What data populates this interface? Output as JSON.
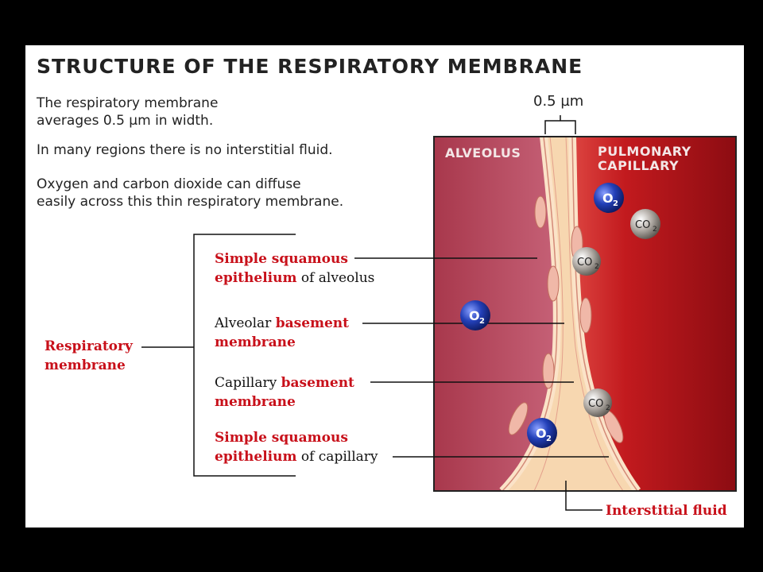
{
  "title": "Structure of the Respiratory Membrane",
  "intro": {
    "line1a": "The respiratory membrane",
    "line1b": "averages 0.5 µm in width.",
    "line2": "In many regions there is no interstitial fluid.",
    "line3a": "Oxygen and carbon dioxide can diffuse",
    "line3b": "easily across this thin respiratory membrane."
  },
  "scale_label": "0.5 µm",
  "regions": {
    "alveolus": "ALVEOLUS",
    "capillary_1": "PULMONARY",
    "capillary_2": "CAPILLARY"
  },
  "labels": {
    "simple_squamous_1a": "Simple squamous",
    "simple_squamous_1b": "epithelium",
    "simple_squamous_1c": " of alveolus",
    "alveolar_bm_a": "Alveolar ",
    "alveolar_bm_b": "basement",
    "alveolar_bm_c": "membrane",
    "capillary_bm_a": "Capillary ",
    "capillary_bm_b": "basement",
    "capillary_bm_c": "membrane",
    "simple_squamous_2a": "Simple squamous",
    "simple_squamous_2b": "epithelium",
    "simple_squamous_2c": " of capillary",
    "respiratory_a": "Respiratory",
    "respiratory_b": "membrane",
    "interstitial": "Interstitial fluid"
  },
  "molecules": {
    "o2": "O",
    "o2_sub": "2",
    "co2": "CO",
    "co2_sub": "2"
  },
  "colors": {
    "label_red": "#c8101a",
    "alveolus": "#c4566e",
    "capillary": "#c0141c",
    "membrane": "#f7d7b0",
    "o2": "#1e3aa8",
    "co2": "#9a948e"
  }
}
